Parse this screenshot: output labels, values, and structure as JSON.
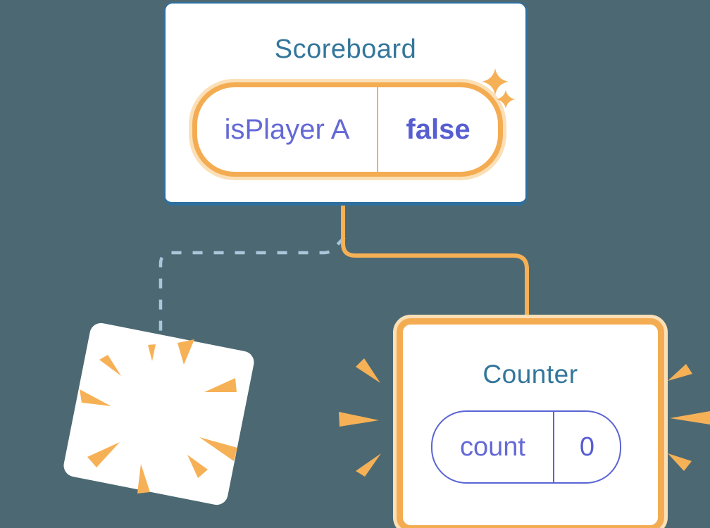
{
  "colors": {
    "bg": "#4C6973",
    "card-border": "#2D6F9F",
    "title-color": "#33769B",
    "state-key-color": "#6469D6",
    "state-value-color": "#575ED1",
    "pill-orange": "#F4AC52",
    "pill-halo": "#FBDFB6",
    "connector-orange": "#F6B056",
    "dash-blue": "#A9C6DA",
    "burst-orange": "#F6B156",
    "counter-pill-border": "#5A64D4"
  },
  "scoreboard": {
    "title": "Scoreboard",
    "state": {
      "name": "isPlayer A",
      "value": "false"
    }
  },
  "counter": {
    "title": "Counter",
    "state": {
      "name": "count",
      "value": "0"
    }
  },
  "icons": {
    "sparkles": "sparkles-icon",
    "poof_burst": "poof-burst-icon",
    "emphasis_left": "emphasis-burst-left-icon",
    "emphasis_right": "emphasis-burst-right-icon"
  }
}
